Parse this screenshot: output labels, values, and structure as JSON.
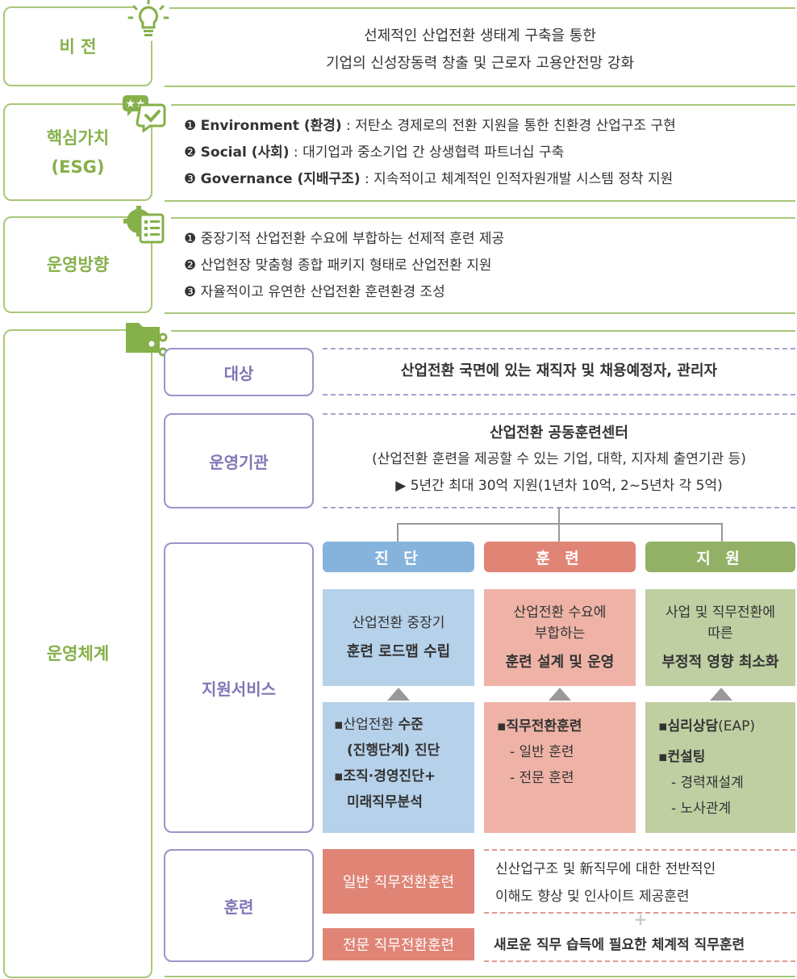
{
  "vision": {
    "label": "비 전",
    "lines": [
      "선제적인 산업전환 생태계 구축을 통한",
      "기업의 신성장동력 창출 및 근로자 고용안전망 강화"
    ]
  },
  "core_values": {
    "label_line1": "핵심가치",
    "label_line2": "(ESG)",
    "items": [
      {
        "num": "❶",
        "head": "Environment (환경)",
        "text": " : 저탄소 경제로의 전환 지원을 통한 친환경 산업구조 구현"
      },
      {
        "num": "❷",
        "head": "Social (사회)",
        "text": " : 대기업과 중소기업 간 상생협력 파트너십 구축"
      },
      {
        "num": "❸",
        "head": "Governance (지배구조)",
        "text": " : 지속적이고 체계적인 인적자원개발 시스템 정착 지원"
      }
    ]
  },
  "direction": {
    "label": "운영방향",
    "items": [
      {
        "num": "❶",
        "text": " 중장기적 산업전환 수요에 부합하는 선제적 훈련 제공"
      },
      {
        "num": "❷",
        "text": " 산업현장 맞춤형 종합 패키지 형태로 산업전환 지원"
      },
      {
        "num": "❸",
        "text": " 자율적이고 유연한 산업전환 훈련환경 조성"
      }
    ]
  },
  "system": {
    "label": "운영체계",
    "target": {
      "label": "대상",
      "text": "산업전환 국면에 있는 재직자 및 채용예정자, 관리자"
    },
    "agency": {
      "label": "운영기관",
      "title": "산업전환 공동훈련센터",
      "sub": "(산업전환 훈련을 제공할 수 있는 기업, 대학, 지자체 출연기관 등)",
      "funding": "▶ 5년간 최대 30억 지원(1년차 10억, 2~5년차 각 5억)"
    },
    "services": {
      "label": "지원서비스",
      "columns": [
        {
          "head": "진 단",
          "color": "#86b3dc",
          "light": "#b6d1ea",
          "desc_lines": [
            "산업전환 중장기"
          ],
          "desc_bold": "훈련 로드맵 수립",
          "bullets": [
            {
              "lines": [
                {
                  "t": "산업전환 ",
                  "b": false
                },
                {
                  "t": "수준",
                  "b": true
                }
              ]
            },
            {
              "lines": [
                {
                  "t": "(진행단계) 진단",
                  "b": true
                }
              ]
            },
            {
              "lines": [
                {
                  "t": "조직·경영진단+",
                  "b": true
                }
              ]
            },
            {
              "lines": [
                {
                  "t": "미래직무분석",
                  "b": true
                }
              ]
            }
          ]
        },
        {
          "head": "훈 련",
          "color": "#e08576",
          "light": "#eeb3a6",
          "desc_lines": [
            "산업전환 수요에",
            "부합하는"
          ],
          "desc_bold": "훈련 설계 및 운영",
          "main": "직무전환훈련",
          "subs": [
            "- 일반 훈련",
            "- 전문 훈련"
          ]
        },
        {
          "head": "지 원",
          "color": "#93b166",
          "light": "#bfcfa2",
          "desc_lines": [
            "사업 및 직무전환에",
            "따른"
          ],
          "desc_bold": "부정적 영향 최소화",
          "main1": "심리상담",
          "main1_suffix": "(EAP)",
          "main2": "컨설팅",
          "subs": [
            "- 경력재설계",
            "- 노사관계"
          ]
        }
      ]
    },
    "training": {
      "label": "훈련",
      "btn1": "일반 직무전환훈련",
      "btn2": "전문 직무전환훈련",
      "desc1_line1": "신산업구조 및 新직무에 대한 전반적인",
      "desc1_line2": "이해도 향상 및 인사이트 제공훈련",
      "plus": "+",
      "desc2": "새로운 직무 습득에 필요한 체계적 직무훈련"
    }
  },
  "icons": [
    "lightbulb-icon",
    "chat-check-icon",
    "gear-list-icon",
    "folder-share-icon"
  ],
  "colors": {
    "green": "#86b04a",
    "purple": "#7f76b6",
    "blue": "#86b3dc",
    "salmon": "#e08576",
    "olive": "#93b166"
  }
}
